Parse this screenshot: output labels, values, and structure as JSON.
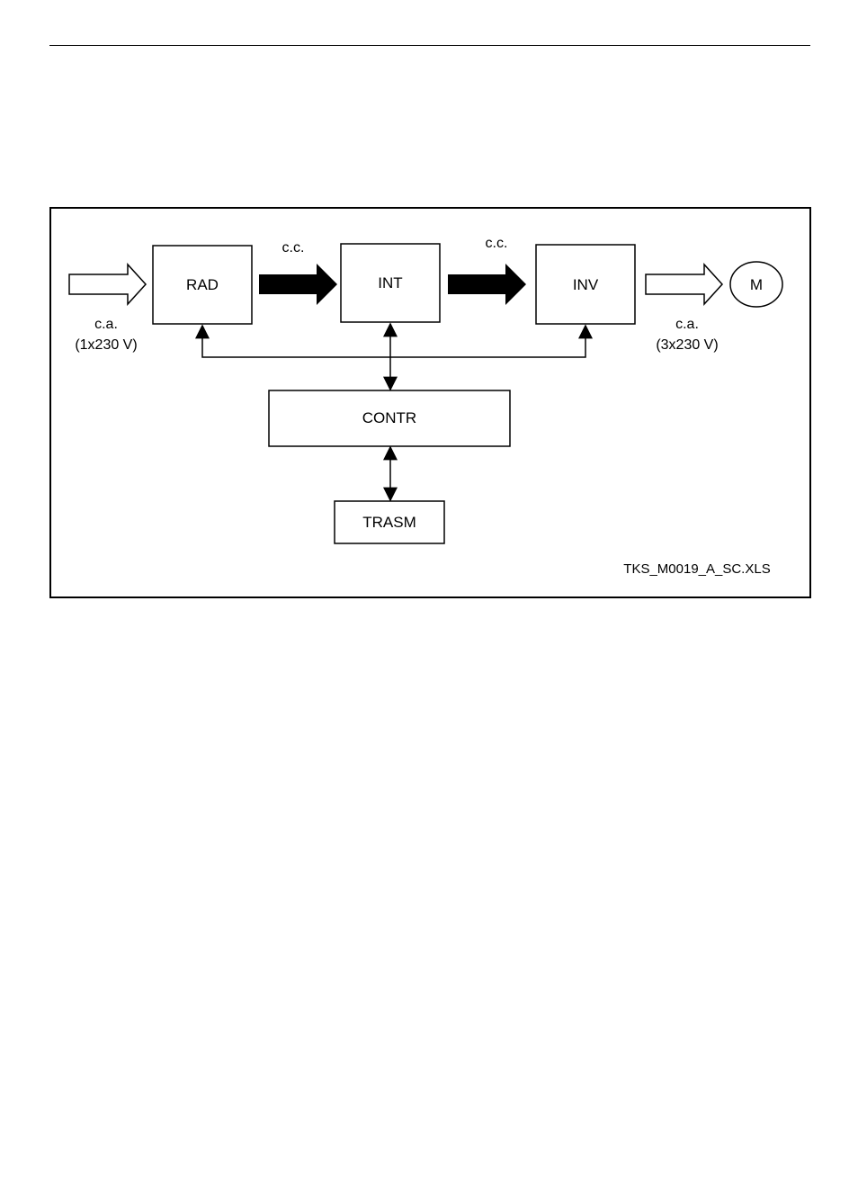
{
  "diagram": {
    "blocks": {
      "rad": "RAD",
      "int": "INT",
      "inv": "INV",
      "contr": "CONTR",
      "trasm": "TRASM",
      "motor": "M"
    },
    "labels": {
      "dc_1": "c.c.",
      "dc_2": "c.c.",
      "ac_in_line1": "c.a.",
      "ac_in_line2": "(1x230 V)",
      "ac_out_line1": "c.a.",
      "ac_out_line2": "(3x230 V)"
    },
    "file_reference": "TKS_M0019_A_SC.XLS"
  }
}
